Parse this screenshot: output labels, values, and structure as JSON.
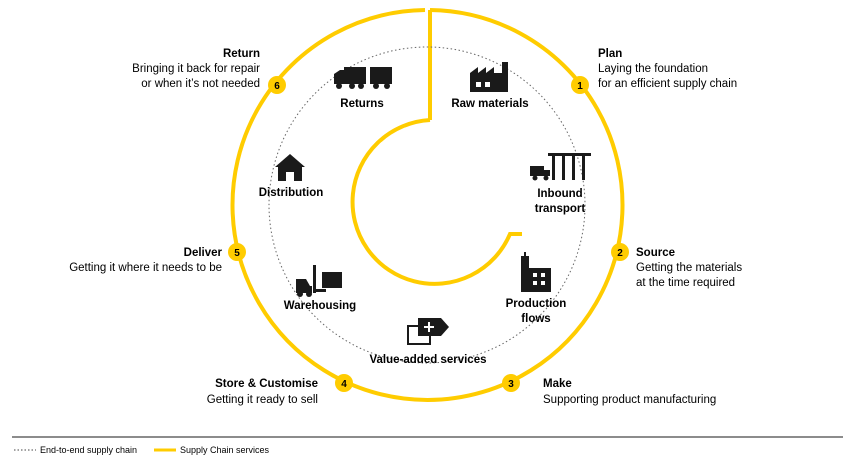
{
  "colors": {
    "accent": "#FFCC00",
    "ink": "#1a1a1a",
    "dotted": "#666666"
  },
  "steps": [
    {
      "number": "1",
      "title": "Plan",
      "desc": [
        "Laying the foundation",
        "for an efficient supply chain"
      ]
    },
    {
      "number": "2",
      "title": "Source",
      "desc": [
        "Getting the materials",
        "at the time required"
      ]
    },
    {
      "number": "3",
      "title": "Make",
      "desc": [
        "Supporting product manufacturing"
      ]
    },
    {
      "number": "4",
      "title": "Store & Customise",
      "desc": [
        "Getting it ready to sell"
      ]
    },
    {
      "number": "5",
      "title": "Deliver",
      "desc": [
        "Getting it where it needs to be"
      ]
    },
    {
      "number": "6",
      "title": "Return",
      "desc": [
        "Bringing it back for repair",
        "or when it’s not needed"
      ]
    }
  ],
  "services": [
    {
      "lines": [
        "Raw materials"
      ],
      "icon": "factory-icon"
    },
    {
      "lines": [
        "Inbound",
        "transport"
      ],
      "icon": "truck-warehouse-icon"
    },
    {
      "lines": [
        "Production",
        "flows"
      ],
      "icon": "building-icon"
    },
    {
      "lines": [
        "Value-added services"
      ],
      "icon": "package-plus-icon"
    },
    {
      "lines": [
        "Warehousing"
      ],
      "icon": "forklift-icon"
    },
    {
      "lines": [
        "Distribution"
      ],
      "icon": "house-icon"
    },
    {
      "lines": [
        "Returns"
      ],
      "icon": "trucks-icon"
    }
  ],
  "legend": [
    {
      "style": "dotted",
      "label": "End-to-end supply chain"
    },
    {
      "style": "solid-accent",
      "label": "Supply Chain services"
    }
  ]
}
